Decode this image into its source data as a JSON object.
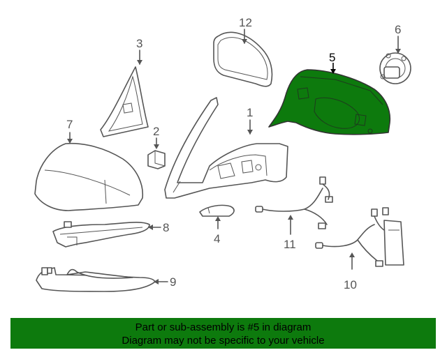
{
  "diagram": {
    "highlight_color": "#0d7a0d",
    "callouts": [
      {
        "id": "1",
        "label": "1"
      },
      {
        "id": "2",
        "label": "2"
      },
      {
        "id": "3",
        "label": "3"
      },
      {
        "id": "4",
        "label": "4"
      },
      {
        "id": "5",
        "label": "5",
        "highlighted": true
      },
      {
        "id": "6",
        "label": "6"
      },
      {
        "id": "7",
        "label": "7"
      },
      {
        "id": "8",
        "label": "8"
      },
      {
        "id": "9",
        "label": "9"
      },
      {
        "id": "10",
        "label": "10"
      },
      {
        "id": "11",
        "label": "11"
      },
      {
        "id": "12",
        "label": "12"
      }
    ]
  },
  "banner": {
    "line1": "Part or sub-assembly is #5 in diagram",
    "line2": "Diagram may not be specific to your vehicle"
  }
}
